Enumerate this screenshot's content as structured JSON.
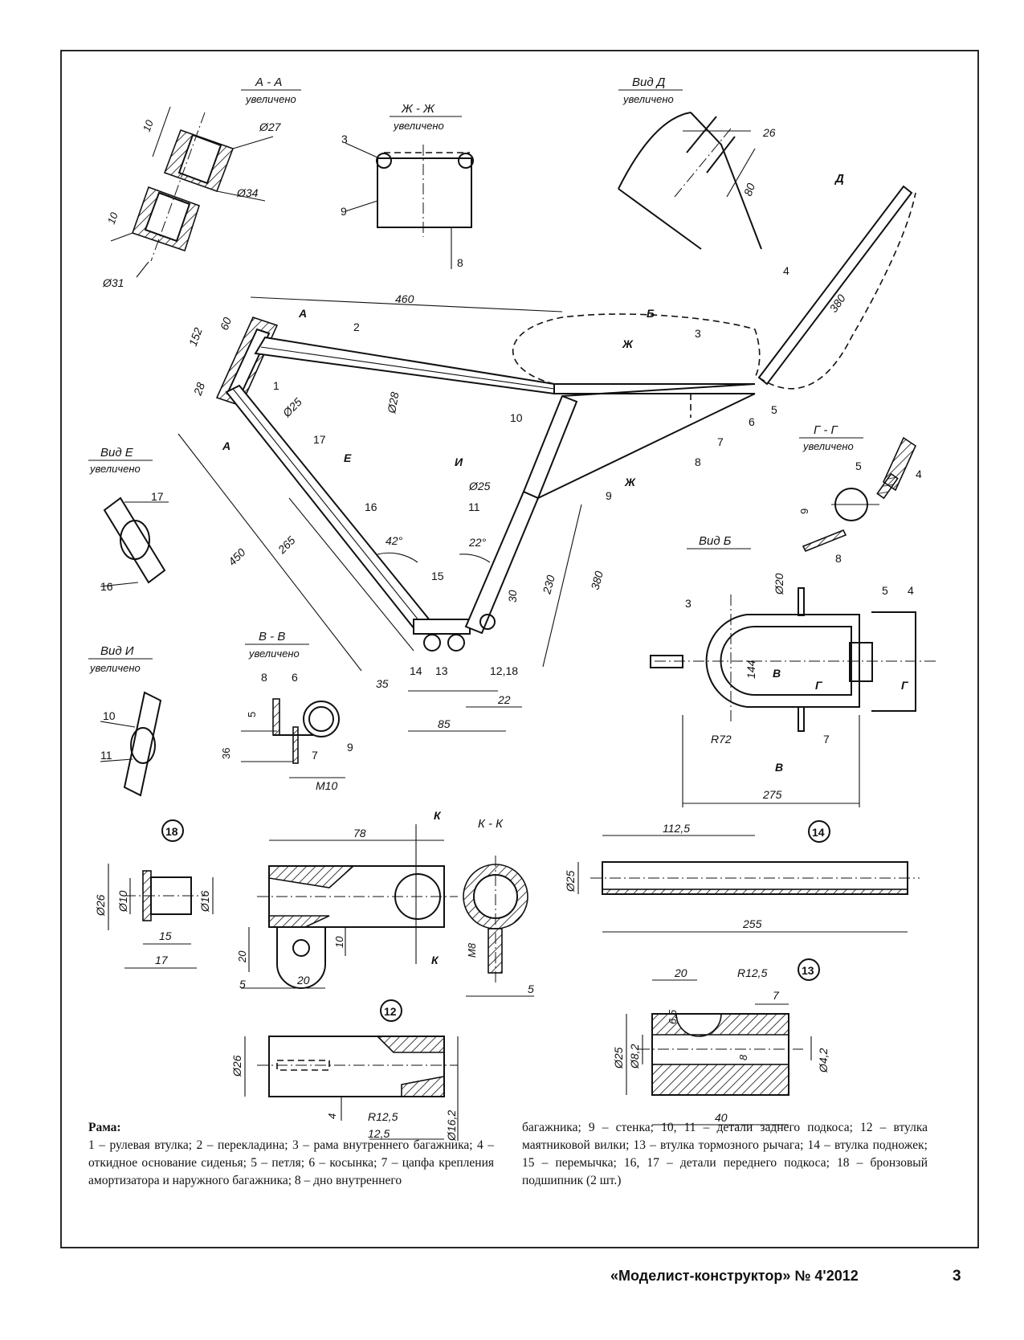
{
  "views": {
    "aa": {
      "title": "А - А",
      "note": "увеличено",
      "dims": [
        "10",
        "Ø27",
        "Ø34",
        "10",
        "Ø31"
      ]
    },
    "zhzh": {
      "title": "Ж - Ж",
      "note": "увеличено",
      "labels": [
        "3",
        "9",
        "8"
      ]
    },
    "vid_d": {
      "title": "Вид Д",
      "note": "увеличено",
      "dims": [
        "26",
        "80"
      ]
    },
    "vid_e": {
      "title": "Вид Е",
      "note": "увеличено",
      "labels": [
        "17",
        "16"
      ]
    },
    "vid_i": {
      "title": "Вид И",
      "note": "увеличено",
      "labels": [
        "10",
        "11"
      ]
    },
    "vv": {
      "title": "В - В",
      "note": "увеличено",
      "labels": [
        "8",
        "6",
        "5",
        "36",
        "7",
        "9",
        "M10"
      ]
    },
    "gg": {
      "title": "Г - Г",
      "note": "увеличено",
      "labels": [
        "5",
        "4",
        "9",
        "8"
      ]
    },
    "vid_b": {
      "title": "Вид Б",
      "labels": [
        "Ø20",
        "5",
        "4",
        "3",
        "144",
        "В",
        "Г",
        "Г",
        "R72",
        "7",
        "В",
        "275"
      ]
    },
    "kk": {
      "title": "К - К",
      "labels": [
        "M8",
        "5"
      ]
    }
  },
  "frame": {
    "labels": [
      "1",
      "2",
      "3",
      "4",
      "5",
      "6",
      "7",
      "8",
      "9",
      "10",
      "11",
      "15",
      "16",
      "17",
      "14",
      "13",
      "12,18"
    ],
    "dims": [
      "460",
      "152",
      "60",
      "28",
      "Ø28",
      "Ø25",
      "450",
      "265",
      "42°",
      "22°",
      "Ø25",
      "230",
      "380",
      "30",
      "35",
      "22",
      "85",
      "380"
    ],
    "section_marks": [
      "А",
      "А",
      "Б",
      "Ж",
      "Ж",
      "Е",
      "И",
      "Д"
    ]
  },
  "details": {
    "d18": {
      "number": "18",
      "dims": [
        "Ø26",
        "Ø10",
        "Ø16",
        "15",
        "17"
      ]
    },
    "d12a": {
      "dims": [
        "78",
        "20",
        "10",
        "5",
        "20"
      ],
      "section": "К"
    },
    "d14": {
      "number": "14",
      "dims": [
        "112,5",
        "Ø25",
        "255"
      ]
    },
    "d12": {
      "number": "12",
      "dims": [
        "Ø26",
        "4",
        "R12,5",
        "12,5",
        "Ø16,2"
      ]
    },
    "d13": {
      "number": "13",
      "dims": [
        "20",
        "R12,5",
        "7",
        "6,5",
        "8",
        "Ø25",
        "Ø8,2",
        "Ø4,2",
        "40"
      ]
    }
  },
  "caption": {
    "title": "Рама:",
    "left": "1 – рулевая втулка; 2 – перекладина; 3 – рама внутреннего багажника; 4 – откидное основание сиденья; 5 – петля; 6 – косынка; 7 – цапфа крепления амортизатора и наружного багажника; 8 – дно внутреннего",
    "right": "багажника; 9 – стенка; 10, 11 – детали заднего подкоса; 12 – втулка маятниковой вилки; 13 – втулка тормозного рычага; 14 – втулка подножек; 15 – перемычка; 16, 17 – детали переднего подкоса; 18 – бронзовый подшипник (2 шт.)"
  },
  "footer": {
    "publication": "«Моделист-конструктор» № 4'2012",
    "page": "3"
  }
}
